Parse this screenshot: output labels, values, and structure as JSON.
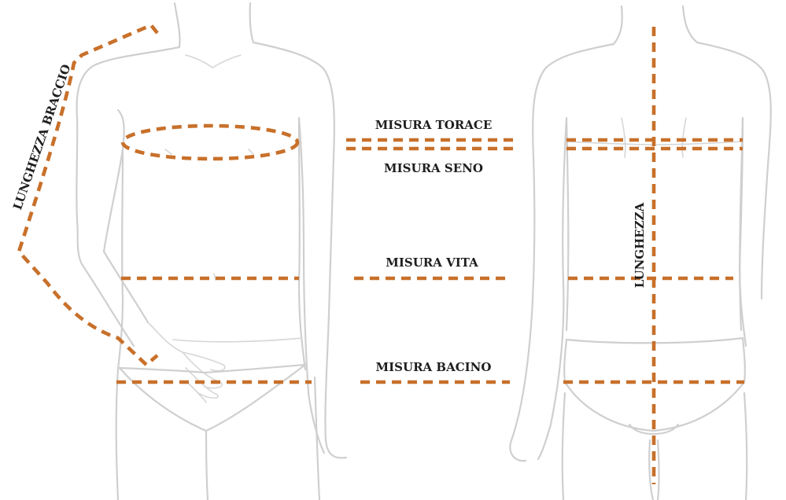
{
  "colors": {
    "measure_line": "#c8702a",
    "figure_outline": "#cfcfcf",
    "label_text": "#1e1e1e",
    "background": "#ffffff"
  },
  "views": [
    {
      "name": "front",
      "description": "front-view",
      "measurements": [
        "arm-length",
        "chest-bust",
        "waist",
        "hip"
      ]
    },
    {
      "name": "back",
      "description": "back-view",
      "measurements": [
        "chest",
        "waist",
        "hip",
        "length"
      ]
    }
  ],
  "labels": {
    "chest": "MISURA TORACE",
    "bust": "MISURA SENO",
    "waist": "MISURA VITA",
    "hip": "MISURA BACINO",
    "arm_length": "LUNGHEZZA BRACCIO",
    "length": "LUNGHEZZA"
  }
}
